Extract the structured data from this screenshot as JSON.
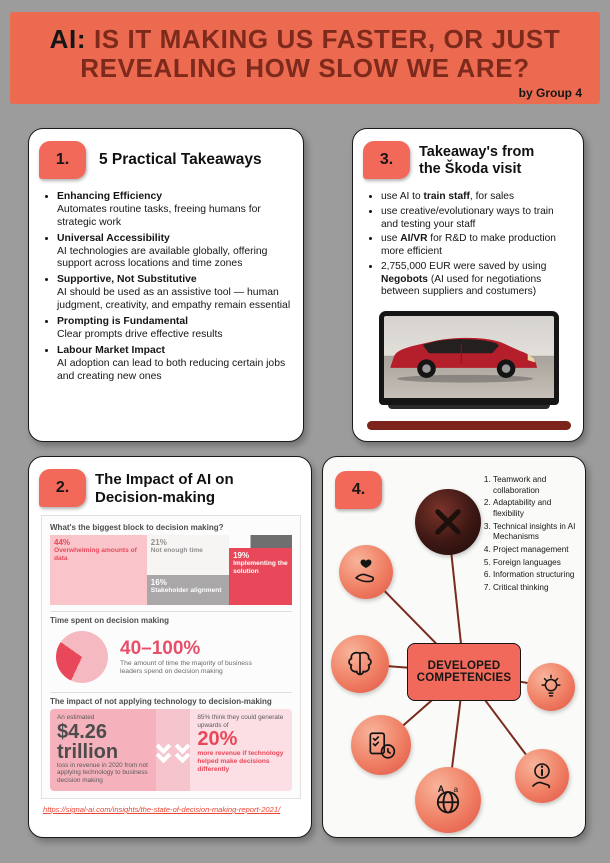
{
  "colors": {
    "accent_salmon": "#ec6a50",
    "badge_salmon": "#f2695a",
    "title_maroon": "#7d2a1c",
    "chart_red": "#e8485a",
    "chart_pink": "#f9c5cb",
    "page_gray": "#9d9c9c",
    "shelf_maroon": "#7c241b"
  },
  "header": {
    "title_ai": "AI:",
    "title_rest": "IS IT MAKING US FASTER, OR JUST REVEALING HOW SLOW WE ARE?",
    "byline": "by Group 4"
  },
  "card1": {
    "number": "1.",
    "title": "5 Practical Takeaways",
    "items": [
      {
        "heading": "Enhancing Efficiency",
        "body": "Automates routine tasks, freeing humans for strategic work"
      },
      {
        "heading": "Universal Accessibility",
        "body": "AI technologies are available globally, offering support across locations and time zones"
      },
      {
        "heading": "Supportive, Not Substitutive",
        "body": "AI should be used as an assistive tool — human judgment, creativity, and empathy remain essential"
      },
      {
        "heading": "Prompting is Fundamental",
        "body": "Clear prompts drive effective results"
      },
      {
        "heading": "Labour Market Impact",
        "body": "AI adoption can lead to both reducing certain jobs and creating new ones"
      }
    ]
  },
  "card3": {
    "number": "3.",
    "title_line1": "Takeaway's from",
    "title_line2": "the Škoda visit",
    "items": [
      {
        "pre": "use AI to ",
        "bold": "train staff",
        "post": ", for sales"
      },
      {
        "pre": "use creative/evolutionary ways to train and testing your staff",
        "bold": "",
        "post": ""
      },
      {
        "pre": "use ",
        "bold": "AI/VR",
        "post": " for R&D to make production more efficient"
      },
      {
        "pre": "2,755,000 EUR were saved by using ",
        "bold": "Negobots",
        "post": " (AI used for negotiations between suppliers and costumers)"
      }
    ]
  },
  "card2": {
    "number": "2.",
    "title_line1": "The Impact of AI on",
    "title_line2": "Decision-making",
    "q1": "What's the biggest block to decision making?",
    "seg1_pct": "44%",
    "seg1_label": "Overwhelming amounts of data",
    "seg2_pct": "21%",
    "seg2_label": "Not enough time",
    "seg3_pct": "16%",
    "seg3_label": "Stakeholder alignment",
    "seg4_pct": "19%",
    "seg4_label": "Implementing the solution",
    "q2": "Time spent on decision making",
    "pie_stat": "40–100%",
    "pie_caption": "The amount of time the majority of business leaders spend on decision making",
    "q3": "The impact of not applying technology to decision-making",
    "loss_prefix": "An estimated",
    "loss_value_line1": "$4.26",
    "loss_value_line2": "trillion",
    "loss_caption": "loss in revenue in 2020 from not applying technology to business decision making",
    "gain_prefix": "85% think they could generate upwards of",
    "gain_value": "20%",
    "gain_caption": "more revenue if technology helped make decisions differently",
    "source": "https://signal-ai.com/insights/the-state-of-decision-making-report-2021/"
  },
  "card4": {
    "number": "4.",
    "list": [
      "Teamwork and collaboration",
      "Adaptability and flexibility",
      "Technical insights in AI Mechanisms",
      "Project management",
      "Foreign languages",
      "Information structuring",
      "Critical thinking"
    ],
    "center_line1": "DEVELOPED",
    "center_line2": "COMPETENCIES"
  },
  "chart_data": [
    {
      "type": "bar",
      "title": "What's the biggest block to decision making?",
      "categories": [
        "Overwhelming amounts of data",
        "Not enough time",
        "Stakeholder alignment",
        "Implementing the solution"
      ],
      "values": [
        44,
        21,
        16,
        19
      ],
      "unit": "%"
    },
    {
      "type": "pie",
      "title": "Time spent on decision making",
      "stat": "40–100%",
      "caption": "The amount of time the majority of business leaders spend on decision making"
    },
    {
      "type": "table",
      "title": "The impact of not applying technology to decision-making",
      "values": [
        "An estimated $4.26 trillion loss in revenue in 2020 from not applying technology to business decision making",
        "85% think they could generate upwards of 20% more revenue if technology helped make decisions differently"
      ]
    }
  ]
}
